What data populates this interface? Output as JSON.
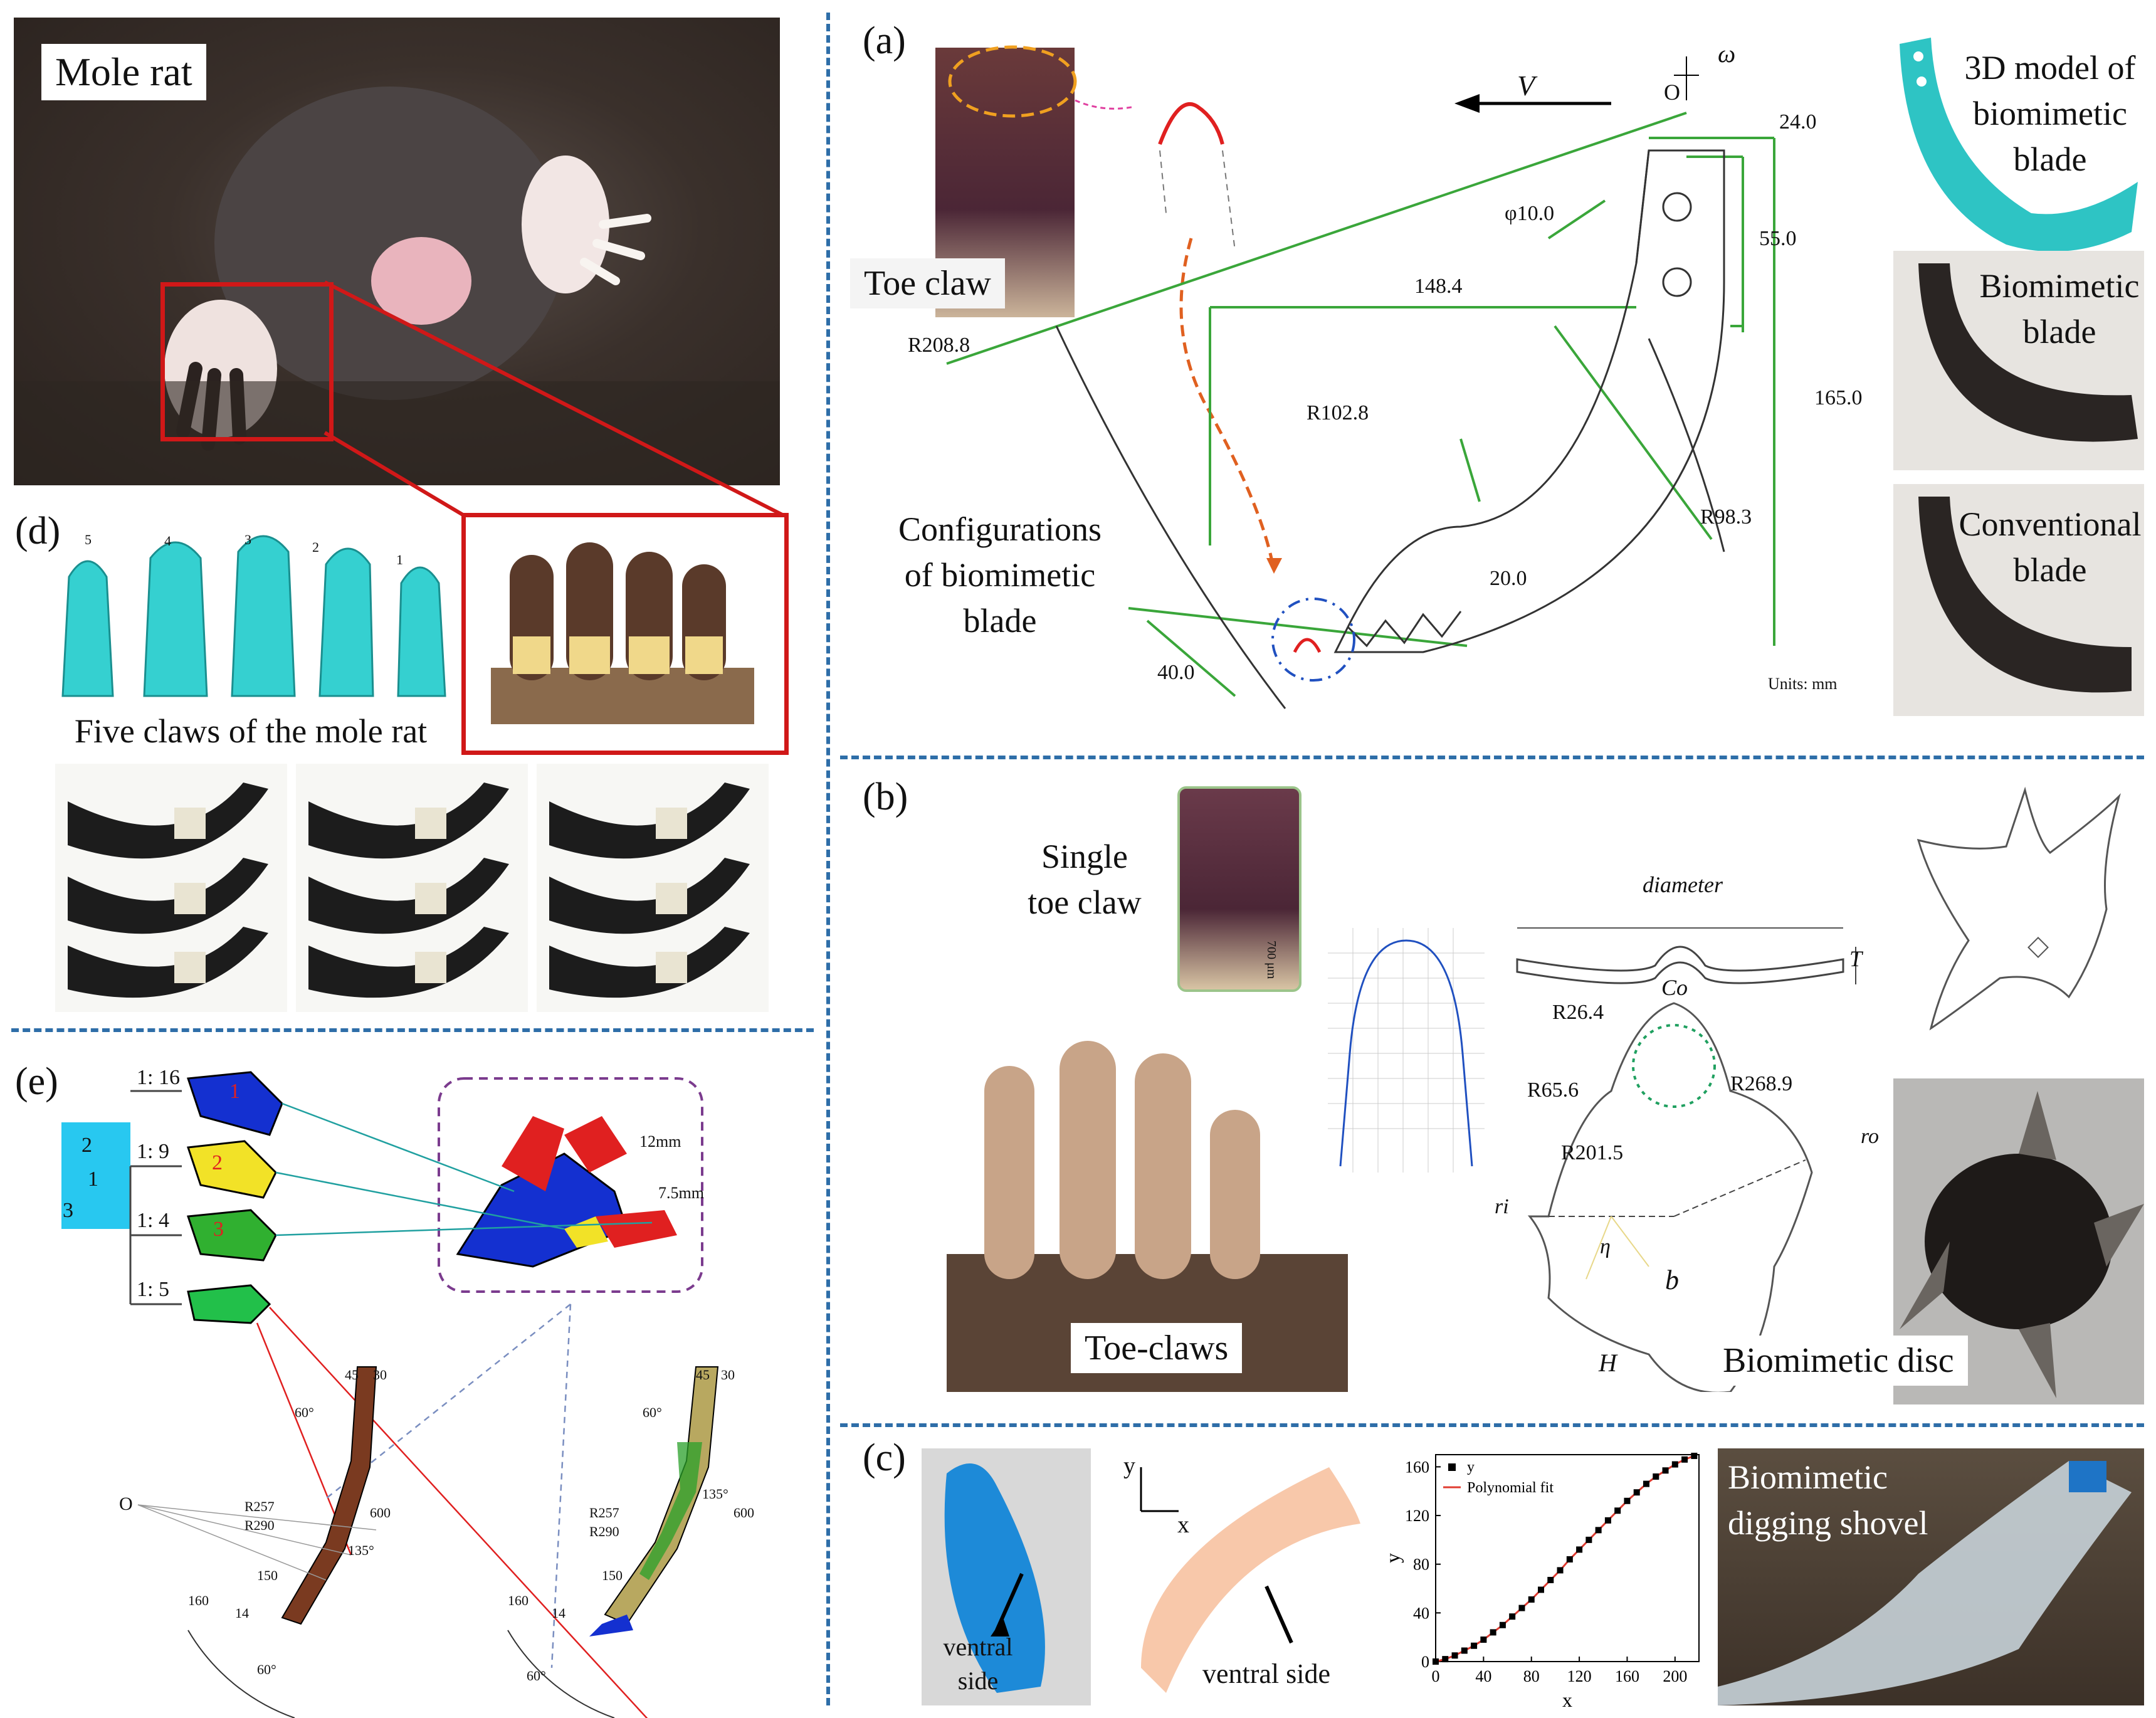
{
  "panel_a": {
    "label": "(a)",
    "toe_claw": "Toe claw",
    "v": "V",
    "omega": "ω",
    "o": "O",
    "dims": {
      "d24": "24.0",
      "phi": "φ10.0",
      "d55": "55.0",
      "d148": "148.4",
      "r208": "R208.8",
      "r102": "R102.8",
      "r98": "R98.3",
      "d165": "165.0",
      "d20": "20.0",
      "d40": "40.0"
    },
    "units": "Units: mm",
    "configurations": "Configurations\nof  biomimetic\nblade",
    "model3d": "3D model of\nbiomimetic\nblade",
    "biomimetic_blade": "Biomimetic\nblade",
    "conventional_blade": "Conventional\nblade"
  },
  "panel_b": {
    "label": "(b)",
    "single_toe": "Single\ntoe claw",
    "scale": "700 μm",
    "toe_claws": "Toe-claws",
    "diameter": "diameter",
    "t": "T",
    "co": "Co",
    "r26": "R26.4",
    "r268": "R268.9",
    "r65": "R65.6",
    "r201": "R201.5",
    "ro": "ro",
    "ri": "ri",
    "eta": "η",
    "b": "b",
    "h": "H",
    "disc": "Biomimetic disc"
  },
  "panel_c": {
    "label": "(c)",
    "ventral1": "ventral\nside",
    "ventral2": "ventral side",
    "axis_y": "y",
    "axis_x": "x",
    "shovel": "Biomimetic\ndigging shovel"
  },
  "panel_d": {
    "label": "(d)",
    "mole_rat": "Mole rat",
    "five_claws": "Five claws of the mole rat",
    "claw_numbers": [
      "5",
      "4",
      "3",
      "2",
      "1"
    ]
  },
  "panel_e": {
    "label": "(e)",
    "ratios": [
      "1: 16",
      "1: 9",
      "1: 4",
      "1: 5"
    ],
    "legend_numbers": [
      "2",
      "1",
      "3"
    ],
    "part_numbers": [
      "1",
      "2",
      "3"
    ],
    "d12": "12mm",
    "d75": "7.5mm",
    "left_dims": [
      "45",
      "30",
      "60°",
      "R257",
      "R290",
      "600",
      "135°",
      "150",
      "160",
      "14",
      "60°",
      "O"
    ],
    "right_dims": [
      "45",
      "30",
      "60°",
      "R257",
      "R290",
      "600",
      "135°",
      "150",
      "160",
      "14",
      "60°"
    ]
  },
  "chart_data": {
    "type": "scatter",
    "title": "",
    "xlabel": "x",
    "ylabel": "y",
    "xlim": [
      0,
      220
    ],
    "ylim": [
      0,
      170
    ],
    "xticks": [
      0,
      40,
      80,
      120,
      160,
      200
    ],
    "yticks": [
      0,
      40,
      80,
      120,
      160
    ],
    "legend": {
      "position": "top-left",
      "entries": [
        "y",
        "Polynomial fit"
      ]
    },
    "series": [
      {
        "name": "y",
        "mark": "square",
        "color": "#000000",
        "x": [
          0,
          8,
          16,
          24,
          32,
          40,
          48,
          56,
          64,
          72,
          80,
          88,
          96,
          104,
          112,
          120,
          128,
          136,
          144,
          152,
          160,
          168,
          176,
          184,
          192,
          200,
          208,
          216
        ],
        "y": [
          0,
          2,
          5,
          9,
          13,
          18,
          24,
          30,
          37,
          44,
          51,
          59,
          67,
          75,
          84,
          92,
          100,
          108,
          116,
          124,
          132,
          139,
          146,
          152,
          157,
          162,
          166,
          169
        ]
      },
      {
        "name": "Polynomial fit",
        "mark": "line",
        "color": "#e03c31",
        "x": [
          0,
          8,
          16,
          24,
          32,
          40,
          48,
          56,
          64,
          72,
          80,
          88,
          96,
          104,
          112,
          120,
          128,
          136,
          144,
          152,
          160,
          168,
          176,
          184,
          192,
          200,
          208,
          216
        ],
        "y": [
          0,
          2,
          5,
          9,
          13,
          18,
          24,
          30,
          37,
          44,
          51,
          59,
          67,
          75,
          84,
          92,
          100,
          108,
          116,
          124,
          132,
          139,
          146,
          152,
          157,
          162,
          166,
          169
        ]
      }
    ]
  },
  "colors": {
    "divider": "#2e6ea8",
    "cyan_model": "#2ec4c4",
    "green_dim": "#3aa63a",
    "red_tip": "#e02020"
  }
}
